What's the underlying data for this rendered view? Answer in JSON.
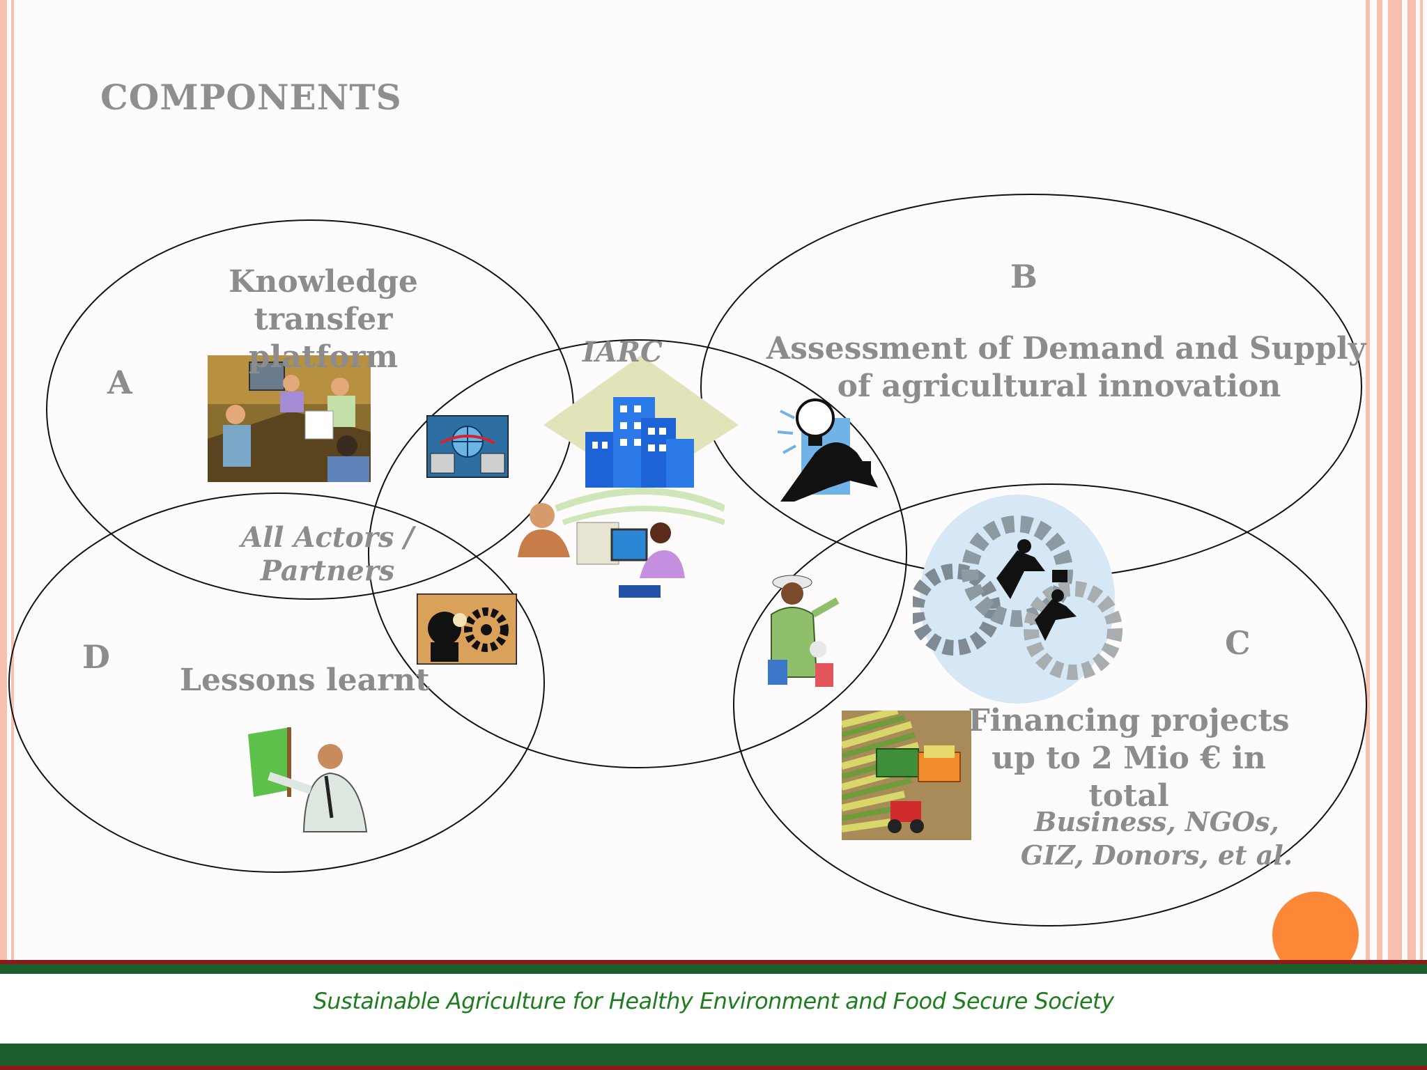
{
  "slide": {
    "title": "COMPONENTS",
    "footer": "Sustainable Agriculture for Healthy Environment and Food Secure Society"
  },
  "components": {
    "a": {
      "letter": "A",
      "label_lines": [
        "Knowledge",
        "transfer",
        "platform"
      ]
    },
    "b": {
      "letter": "B",
      "label_lines": [
        "Assessment of Demand and Supply",
        "of agricultural innovation"
      ]
    },
    "c": {
      "letter": "C",
      "label_lines": [
        "Financing projects",
        "up to 2 Mio € in",
        "total"
      ]
    },
    "d": {
      "letter": "D",
      "label_lines": [
        "Lessons learnt"
      ]
    }
  },
  "actors": {
    "iarc": "IARC",
    "all_actors_lines": [
      "All Actors /",
      "Partners"
    ],
    "business_lines": [
      "Business, NGOs,",
      "GIZ, Donors, et al."
    ]
  },
  "colors": {
    "accent_orange": "#fb8737",
    "footer_green": "#1b5e2c",
    "footer_red": "#8b1a1a",
    "footer_text": "#1e7d1e",
    "label_gray": "#8c8c8c",
    "border_pink": "#f6bfae"
  },
  "icons": [
    "meeting-clipart-icon",
    "computer-network-icon",
    "office-building-icon",
    "office-workers-icon",
    "idea-lightbulb-icon",
    "gears-process-icon",
    "gears-businessmen-icon",
    "farmer-icon",
    "harvester-field-icon",
    "teacher-presentation-icon"
  ]
}
